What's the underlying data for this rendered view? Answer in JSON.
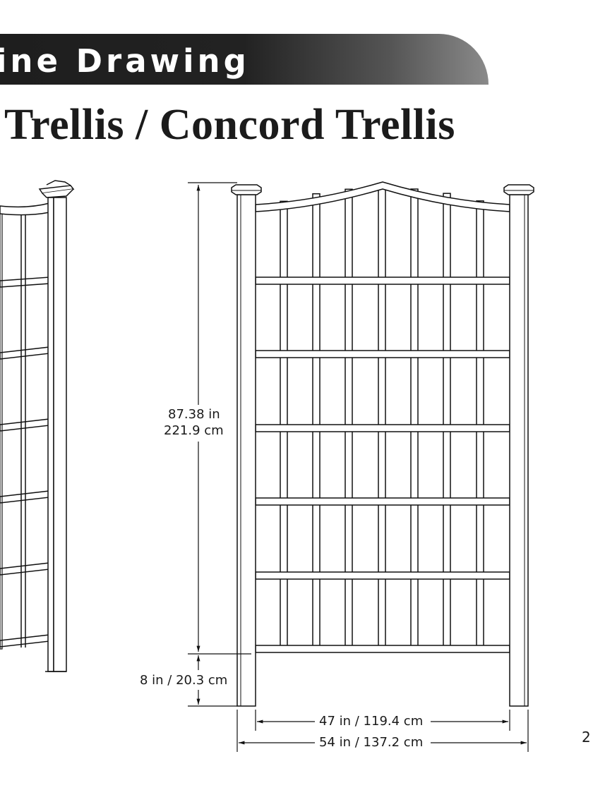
{
  "header": {
    "banner_text": "ine Drawing",
    "title": "Trellis / Concord Trellis"
  },
  "dimensions": {
    "height_in": "87.38 in",
    "height_cm": "221.9 cm",
    "leg_height": "8 in / 20.3 cm",
    "inner_width": "47 in / 119.4 cm",
    "outer_width": "54 in / 137.2 cm"
  },
  "page_number": "2"
}
